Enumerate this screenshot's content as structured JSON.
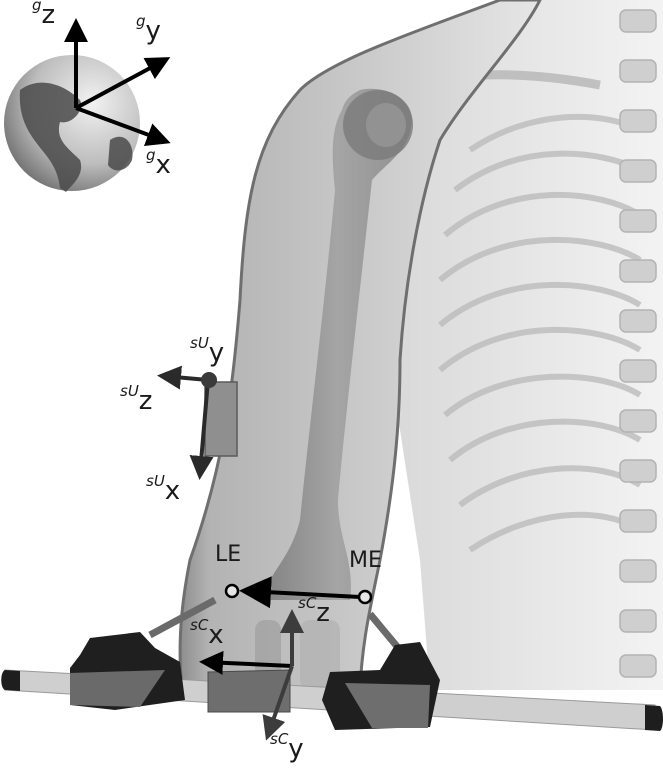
{
  "figure": {
    "description": "Upper-limb anatomy with coordinate frames for upper-arm sensor and calibration device",
    "global_frame": {
      "axes": [
        {
          "id": "gz",
          "superscript": "g",
          "axis": "z"
        },
        {
          "id": "gy",
          "superscript": "g",
          "axis": "y"
        },
        {
          "id": "gx",
          "superscript": "g",
          "axis": "x"
        }
      ],
      "icon": "globe-icon"
    },
    "upper_arm_sensor_frame": {
      "axes": [
        {
          "id": "sUy",
          "superscript": "sU",
          "axis": "y"
        },
        {
          "id": "sUz",
          "superscript": "sU",
          "axis": "z"
        },
        {
          "id": "sUx",
          "superscript": "sU",
          "axis": "x"
        }
      ]
    },
    "landmarks": [
      {
        "id": "LE",
        "label": "LE"
      },
      {
        "id": "ME",
        "label": "ME"
      }
    ],
    "calibration_device_frame": {
      "axes": [
        {
          "id": "sCx",
          "superscript": "sC",
          "axis": "x"
        },
        {
          "id": "sCz",
          "superscript": "sC",
          "axis": "z"
        },
        {
          "id": "sCy",
          "superscript": "sC",
          "axis": "y"
        }
      ]
    },
    "colors": {
      "skin": "#b8b8b8",
      "bone": "#8a8a8a",
      "arrow_black": "#000000",
      "arrow_gray": "#404040",
      "device_dark": "#222222",
      "device_mid": "#6e6e6e",
      "bar_light": "#cfcfcf"
    }
  }
}
